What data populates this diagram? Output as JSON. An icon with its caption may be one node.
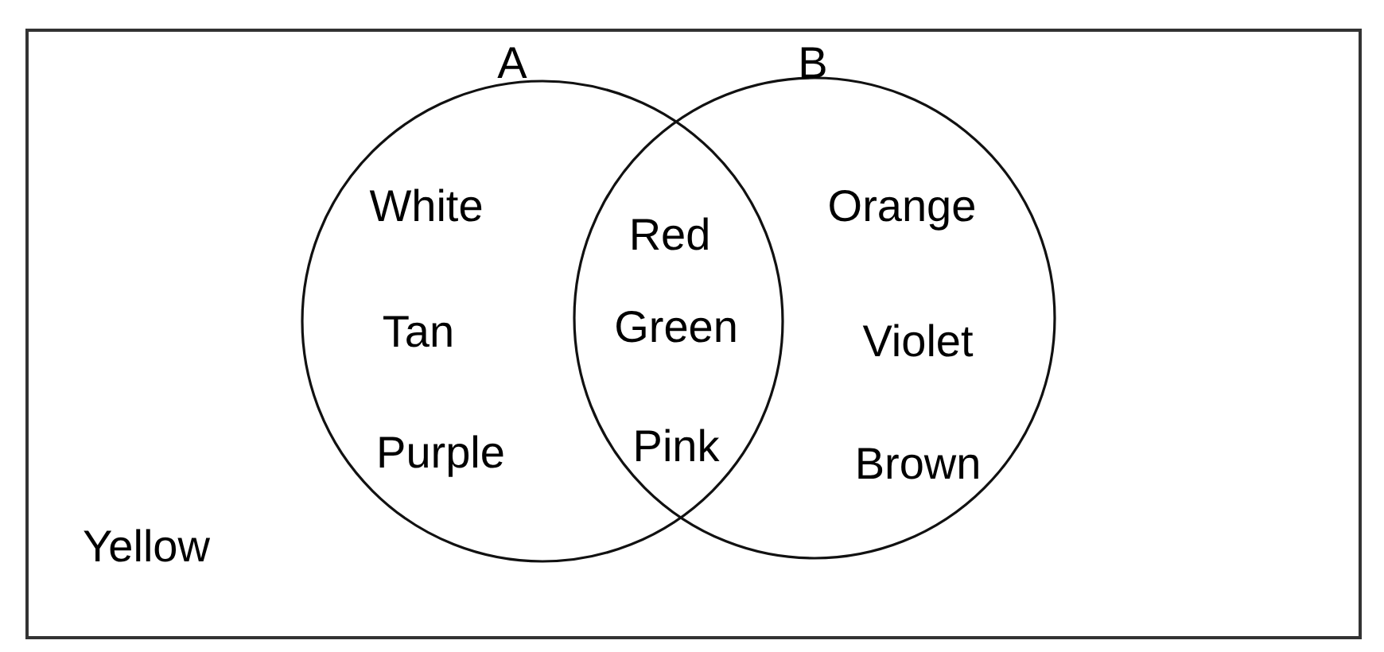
{
  "diagram": {
    "nodes": [
      {
        "text": [
          "Yellow"
        ]
      },
      {
        "text": [
          "A",
          "White",
          "Tan",
          "Purple"
        ],
        "in": 0
      },
      {
        "text": [
          "B",
          "Orange",
          "Violet",
          "Brown"
        ],
        "in": 0
      }
    ],
    "labels": [
      "Red",
      "Green",
      "Pink"
    ]
  }
}
